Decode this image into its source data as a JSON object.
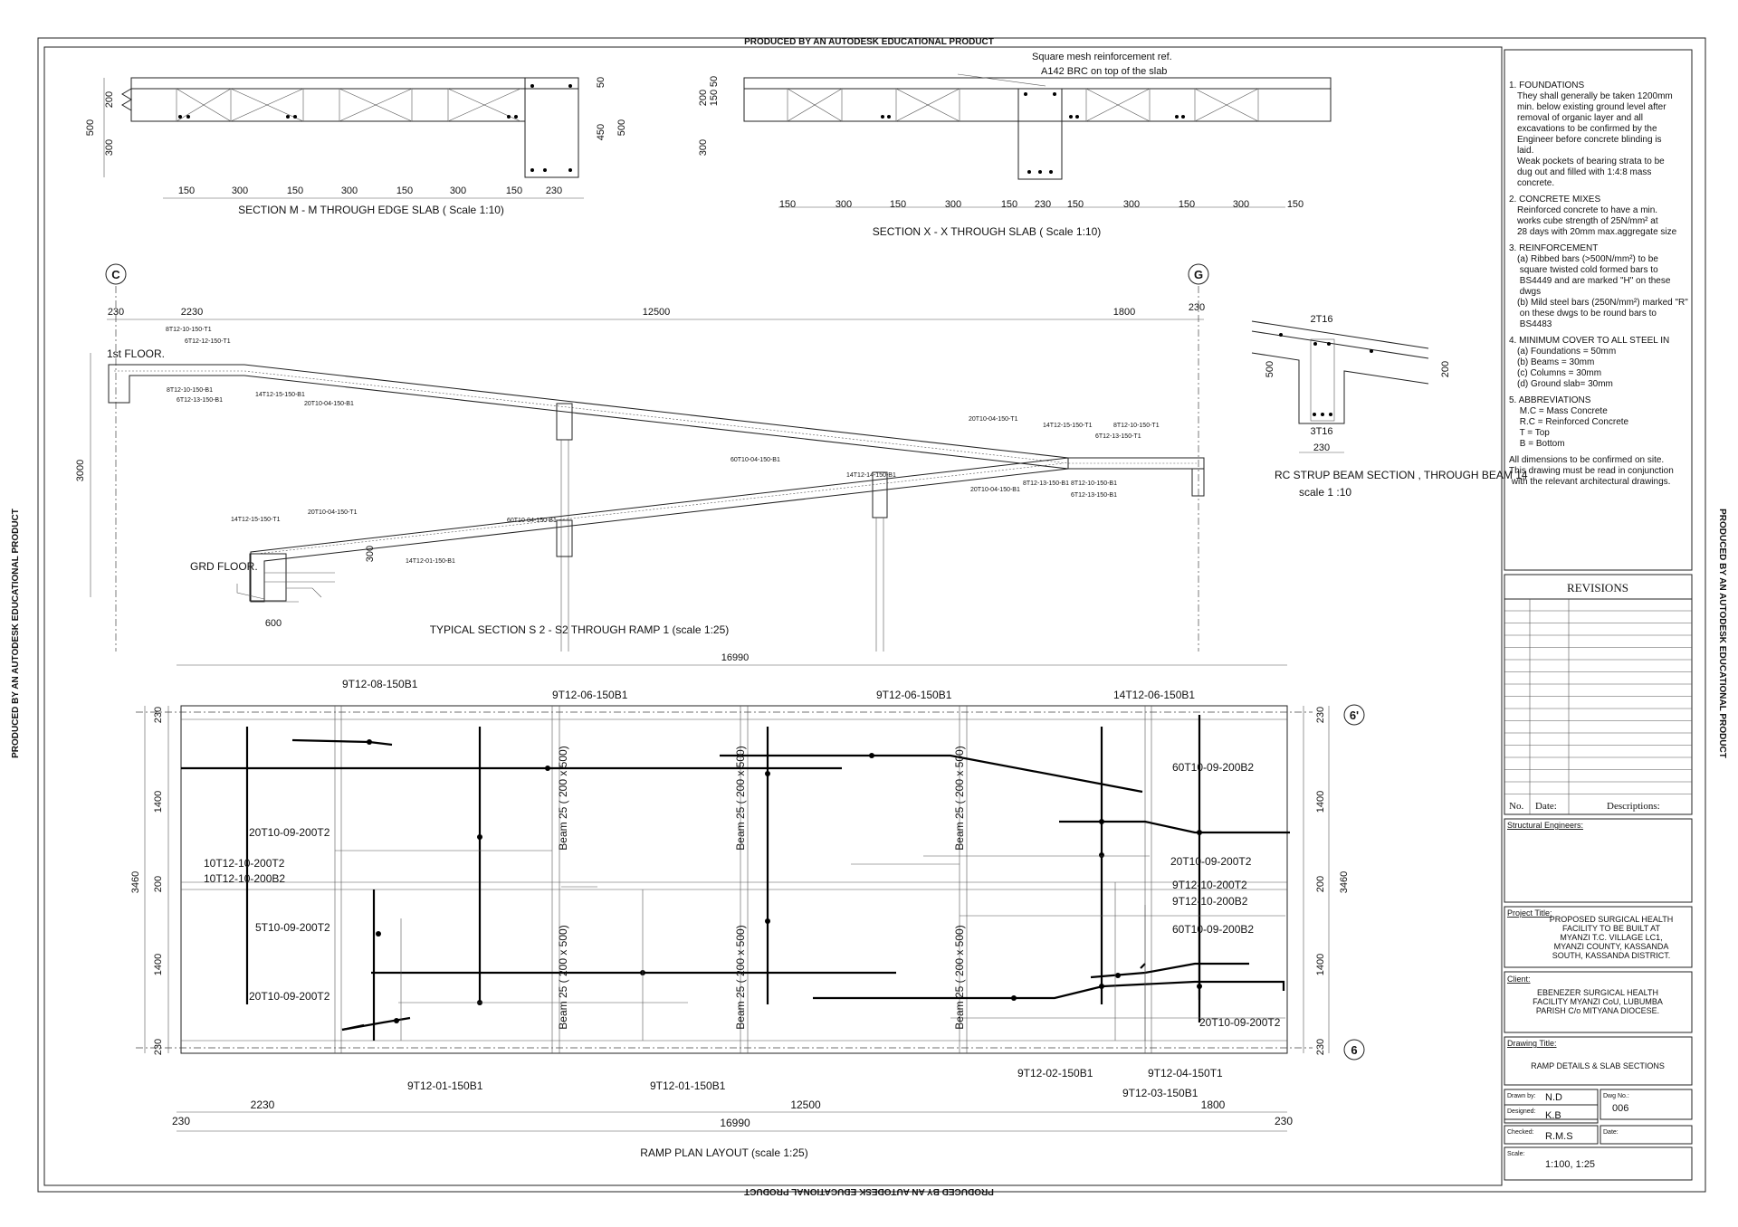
{
  "watermark": {
    "top": "PRODUCED BY AN AUTODESK EDUCATIONAL PRODUCT",
    "bottom": "PRODUCED BY AN AUTODESK EDUCATIONAL PRODUCT",
    "left": "PRODUCED BY AN AUTODESK EDUCATIONAL PRODUCT",
    "right": "PRODUCED BY AN AUTODESK EDUCATIONAL PRODUCT"
  },
  "section_mm": {
    "title": "SECTION  M - M THROUGH  EDGE SLAB ( Scale 1:10)",
    "dims_left": [
      "500",
      "200",
      "300"
    ],
    "dims_right": [
      "50",
      "450",
      "500"
    ],
    "dims_bottom": [
      "150",
      "300",
      "150",
      "300",
      "150",
      "300",
      "150",
      "230"
    ]
  },
  "section_xx": {
    "title": "SECTION X - X THROUGH SLAB ( Scale 1:10)",
    "note_line1": "Square mesh reinforcement ref.",
    "note_line2": "A142  BRC on top of the slab",
    "dims_left": [
      "200",
      "150",
      "50",
      "300"
    ],
    "dims_bottom": [
      "150",
      "300",
      "150",
      "300",
      "150",
      "230",
      "150",
      "300",
      "150",
      "300",
      "150"
    ]
  },
  "ramp_section": {
    "title": "TYPICAL SECTION S 2 - S2  THROUGH RAMP  1 (scale 1:25)",
    "grid_c": "C",
    "grid_g": "G",
    "dims_top": [
      "230",
      "2230",
      "12500",
      "1800",
      "230"
    ],
    "first_floor": "1st FLOOR.",
    "ground_floor": "GRD FLOOR.",
    "height": "3000",
    "dim_300": "300",
    "dim_600": "600",
    "bar_labels": [
      "8T12-10-150-T1",
      "6T12-12-150-T1",
      "8T12-10-150-B1",
      "6T12-13-150-B1",
      "14T12-15-150-B1",
      "20T10-04-150-B1",
      "20T10-04-150-T1",
      "14T12-15-150-T1",
      "8T12-10-150-T1",
      "6T12-13-150-T1",
      "60T10-04-150-B1",
      "14T12-14-150-B1",
      "20T10-04-150-B1",
      "8T12-13-150-B1",
      "8T12-10-150-B1",
      "6T12-13-150-B1",
      "14T12-15-150-T1",
      "20T10-04-150-T1",
      "60T10-04-150-B1",
      "14T12-01-150-B1"
    ]
  },
  "strup_beam": {
    "title": "RC STRUP BEAM SECTION , THROUGH BEAM  14",
    "scale": "scale 1 :10",
    "top_bars": "2T16",
    "bottom_bars": "3T16",
    "dim_500": "500",
    "dim_200": "200",
    "dim_230": "230"
  },
  "ramp_plan": {
    "title": "RAMP  PLAN LAYOUT (scale 1:25)",
    "top_dim": "16990",
    "bottom_dims": [
      "2230",
      "12500",
      "1800"
    ],
    "bottom_total": "16990",
    "bottom_ends": [
      "230",
      "230"
    ],
    "grid_6p": "6'",
    "grid_6": "6",
    "left_dims": [
      "230",
      "1400",
      "200",
      "1400",
      "230"
    ],
    "left_total": "3460",
    "right_dims": [
      "230",
      "1400",
      "200",
      "1400",
      "230"
    ],
    "right_total": "3460",
    "beams": [
      "Beam 25 ( 200 x 500)",
      "Beam 25 ( 200 x 500)",
      "Beam 25 ( 200 x 500)",
      "Beam 25 ( 200 x 500)",
      "Beam 25 ( 200 x 500)",
      "Beam 25 ( 200 x 500)"
    ],
    "labels_top": [
      "9T12-08-150B1",
      "9T12-06-150B1",
      "9T12-06-150B1",
      "14T12-06-150B1"
    ],
    "labels_mid": [
      "60T10-09-200B2",
      "20T10-09-200T2",
      "10T12-10-200T2",
      "10T12-10-200B2",
      "20T10-09-200T2",
      "9T12-10-200T2",
      "9T12-10-200B2",
      "5T10-09-200T2",
      "60T10-09-200B2",
      "20T10-09-200T2",
      "20T10-09-200T2"
    ],
    "labels_bottom": [
      "9T12-01-150B1",
      "9T12-01-150B1",
      "9T12-02-150B1",
      "9T12-04-150T1",
      "9T12-03-150B1"
    ]
  },
  "notes": [
    {
      "heading": "1. FOUNDATIONS",
      "lines": [
        "They shall generally be taken 1200mm",
        "min. below existing ground level after",
        "removal of organic layer and all",
        "excavations to be confirmed by the",
        "Engineer before concrete blinding is",
        "laid.",
        "",
        "Weak pockets of bearing strata to be",
        "dug out and filled with 1:4:8 mass",
        "concrete."
      ]
    },
    {
      "heading": "2. CONCRETE MIXES",
      "lines": [
        "Reinforced concrete to have a min.",
        "works cube strength of 25N/mm² at",
        "28 days with 20mm max.aggregate size"
      ]
    },
    {
      "heading": "3. REINFORCEMENT",
      "lines": [
        "(a)  Ribbed bars (>500N/mm²) to be",
        "       square twisted cold formed bars to",
        "       BS4449 and are marked \"H\" on these",
        "       dwgs",
        "(b)  Mild steel bars (250N/mm²) marked \"R\"",
        "       on these dwgs to be round bars to",
        "       BS4483"
      ]
    },
    {
      "heading": "4. MINIMUM COVER TO ALL STEEL IN",
      "lines": [
        "(a)  Foundations =       50mm",
        "(b)  Beams          =       30mm",
        "(c)  Columns       =      30mm",
        "(d)  Ground slab=        30mm"
      ]
    },
    {
      "heading": "5. ABBREVIATIONS",
      "lines": [
        "      M.C     =       Mass Concrete",
        "      R.C     =       Reinforced Concrete",
        "      T         =       Top",
        "      B         =       Bottom"
      ]
    }
  ],
  "notes_footer": [
    "All dimensions to be confirmed on site.",
    "",
    "This drawing must be read in conjunction",
    "  with the relevant architectural drawings."
  ],
  "revisions": {
    "title": "REVISIONS",
    "col_no": "No.",
    "col_date": "Date:",
    "col_desc": "Descriptions:"
  },
  "title_block": {
    "structural_engineers_label": "Structural Engineers:",
    "project_title_label": "Project Title:",
    "project_title": [
      "PROPOSED SURGICAL HEALTH",
      "FACILITY TO BE BUILT AT",
      "MYANZI T.C. VILLAGE LC1,",
      "MYANZI COUNTY, KASSANDA",
      "SOUTH, KASSANDA DISTRICT."
    ],
    "client_label": "Client:",
    "client": [
      "EBENEZER SURGICAL HEALTH",
      "FACILITY MYANZI CoU, LUBUMBA",
      "PARISH C/o MITYANA DIOCESE."
    ],
    "drawing_title_label": "Drawing Title:",
    "drawing_title": "RAMP DETAILS  & SLAB SECTIONS",
    "drawn_by_label": "Drawn by:",
    "drawn_by": "N.D",
    "dwg_no_label": "Dwg No.:",
    "dwg_no": "006",
    "designed_label": "Designed:",
    "designed": "K.B",
    "checked_label": "Checked:",
    "checked": "R.M.S",
    "date_label": "Date:",
    "scale_label": "Scale:",
    "scale": "1:100, 1:25"
  }
}
